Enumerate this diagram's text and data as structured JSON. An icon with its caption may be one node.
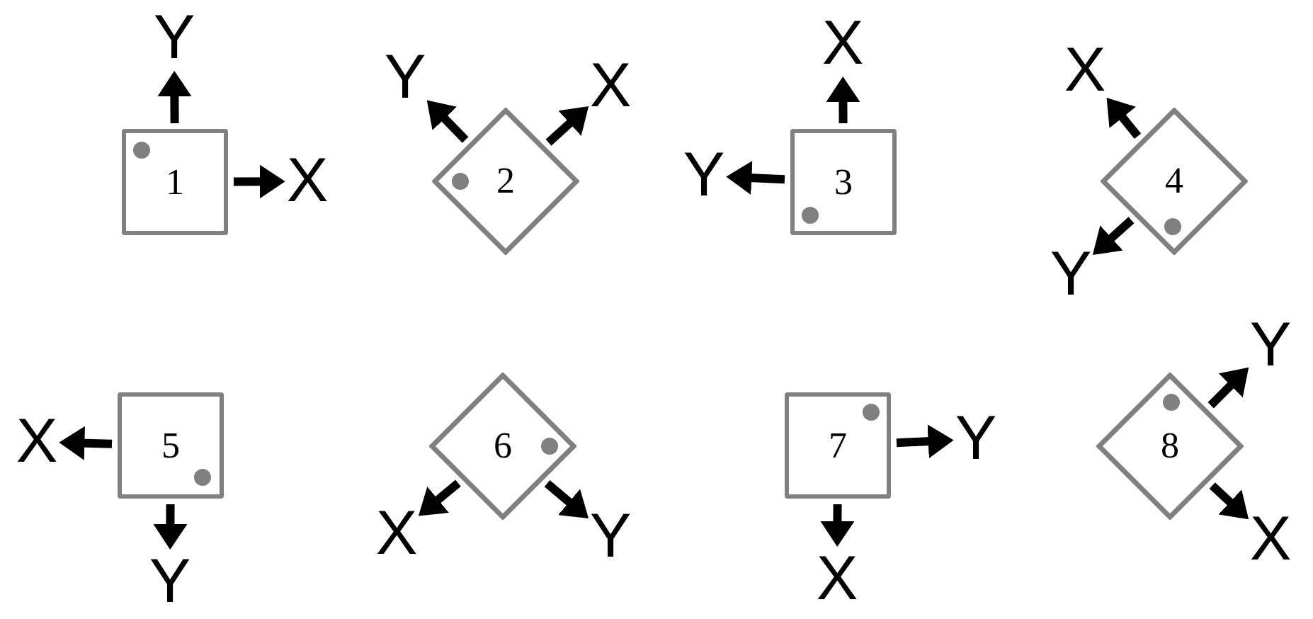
{
  "diagram": {
    "nodes": [
      {
        "text": [
          "1"
        ]
      },
      {
        "text": [
          "Y"
        ]
      },
      {
        "text": [
          "X"
        ]
      },
      {
        "text": [
          "2"
        ]
      },
      {
        "text": [
          "Y"
        ]
      },
      {
        "text": [
          "X"
        ]
      },
      {
        "text": [
          "3"
        ]
      },
      {
        "text": [
          "X"
        ]
      },
      {
        "text": [
          "Y"
        ]
      },
      {
        "text": [
          "4"
        ]
      },
      {
        "text": [
          "X"
        ]
      },
      {
        "text": [
          "Y"
        ]
      },
      {
        "text": [
          "5"
        ]
      },
      {
        "text": [
          "X"
        ]
      },
      {
        "text": [
          "Y"
        ]
      },
      {
        "text": [
          "6"
        ]
      },
      {
        "text": [
          "X"
        ]
      },
      {
        "text": [
          "Y"
        ]
      },
      {
        "text": [
          "7"
        ]
      },
      {
        "text": [
          "Y"
        ]
      },
      {
        "text": [
          "X"
        ]
      },
      {
        "text": [
          "8"
        ]
      },
      {
        "text": [
          "Y"
        ]
      },
      {
        "text": [
          "X"
        ]
      }
    ],
    "edges": [
      {
        "from": 0,
        "to": 1,
        "arrow": "to"
      },
      {
        "from": 0,
        "to": 2,
        "arrow": "to"
      },
      {
        "from": 3,
        "to": 4,
        "arrow": "to"
      },
      {
        "from": 3,
        "to": 5,
        "arrow": "to"
      },
      {
        "from": 6,
        "to": 7,
        "arrow": "to"
      },
      {
        "from": 6,
        "to": 8,
        "arrow": "to"
      },
      {
        "from": 9,
        "to": 10,
        "arrow": "to"
      },
      {
        "from": 9,
        "to": 11,
        "arrow": "to"
      },
      {
        "from": 12,
        "to": 13,
        "arrow": "to"
      },
      {
        "from": 12,
        "to": 14,
        "arrow": "to"
      },
      {
        "from": 15,
        "to": 16,
        "arrow": "to"
      },
      {
        "from": 15,
        "to": 17,
        "arrow": "to"
      },
      {
        "from": 18,
        "to": 19,
        "arrow": "to"
      },
      {
        "from": 18,
        "to": 20,
        "arrow": "to"
      },
      {
        "from": 21,
        "to": 22,
        "arrow": "to"
      },
      {
        "from": 21,
        "to": 23,
        "arrow": "to"
      }
    ]
  }
}
